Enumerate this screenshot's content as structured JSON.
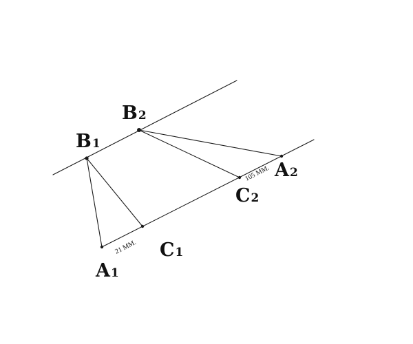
{
  "points": {
    "B1": {
      "letter": "B",
      "sub": "1"
    },
    "B2": {
      "letter": "B",
      "sub": "2"
    },
    "A1": {
      "letter": "A",
      "sub": "1"
    },
    "A2": {
      "letter": "A",
      "sub": "2"
    },
    "C1": {
      "letter": "C",
      "sub": "1"
    },
    "C2": {
      "letter": "C",
      "sub": "2"
    }
  },
  "measurements": {
    "short": "21 MM.",
    "long": "105 MM."
  }
}
